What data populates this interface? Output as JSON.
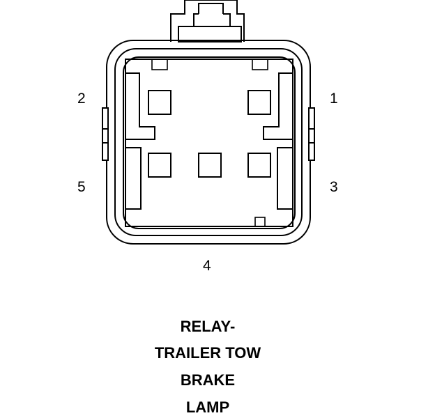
{
  "connector": {
    "pin_labels": {
      "pin1": "1",
      "pin2": "2",
      "pin3": "3",
      "pin4": "4",
      "pin5": "5"
    }
  },
  "caption": {
    "line1": "RELAY-",
    "line2": "TRAILER TOW",
    "line3": "BRAKE",
    "line4": "LAMP"
  }
}
